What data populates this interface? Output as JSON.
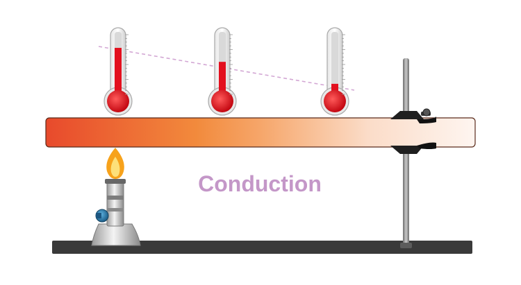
{
  "diagram": {
    "caption": "Conduction",
    "colors": {
      "caption": "#c497c8",
      "rod_hot": "#e84a2c",
      "rod_mid": "#f08a3e",
      "rod_cool": "#fdf2ec",
      "mercury": "#e3101e",
      "trend_line": "#d3a7d4",
      "base": "#3a3a3a",
      "stand": "#8e8e8e",
      "flame_outer": "#f7a21b",
      "flame_inner": "#fde07a",
      "valve": "#2d86b8"
    },
    "thermometers": [
      {
        "name": "thermometer-left",
        "level": 0.76
      },
      {
        "name": "thermometer-middle",
        "level": 0.55
      },
      {
        "name": "thermometer-right",
        "level": 0.22
      }
    ]
  }
}
